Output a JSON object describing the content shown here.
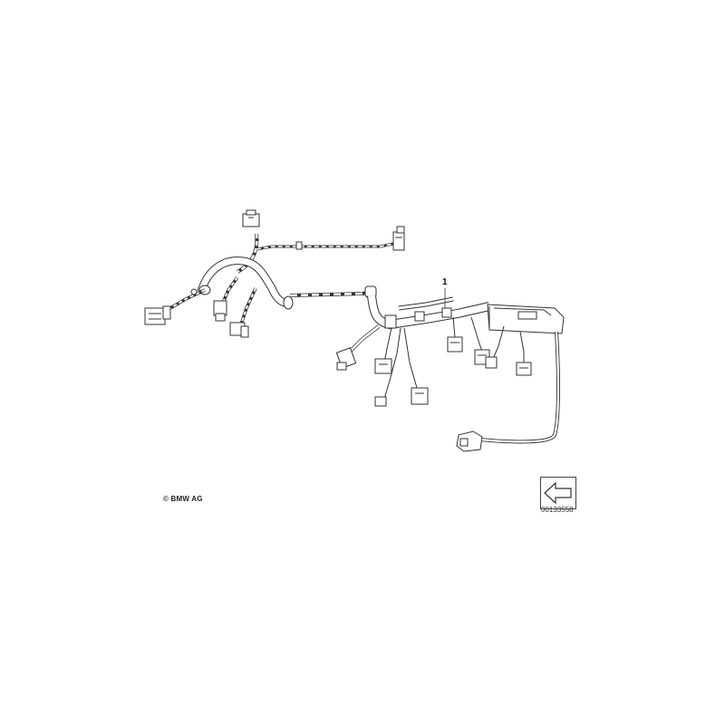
{
  "diagram": {
    "part_callout": "1",
    "copyright": "© BMW AG",
    "image_id": "00133558",
    "nav_arrow_icon": "left-arrow-icon",
    "colors": {
      "line": "#333333",
      "fill": "#f4f4f4"
    }
  }
}
